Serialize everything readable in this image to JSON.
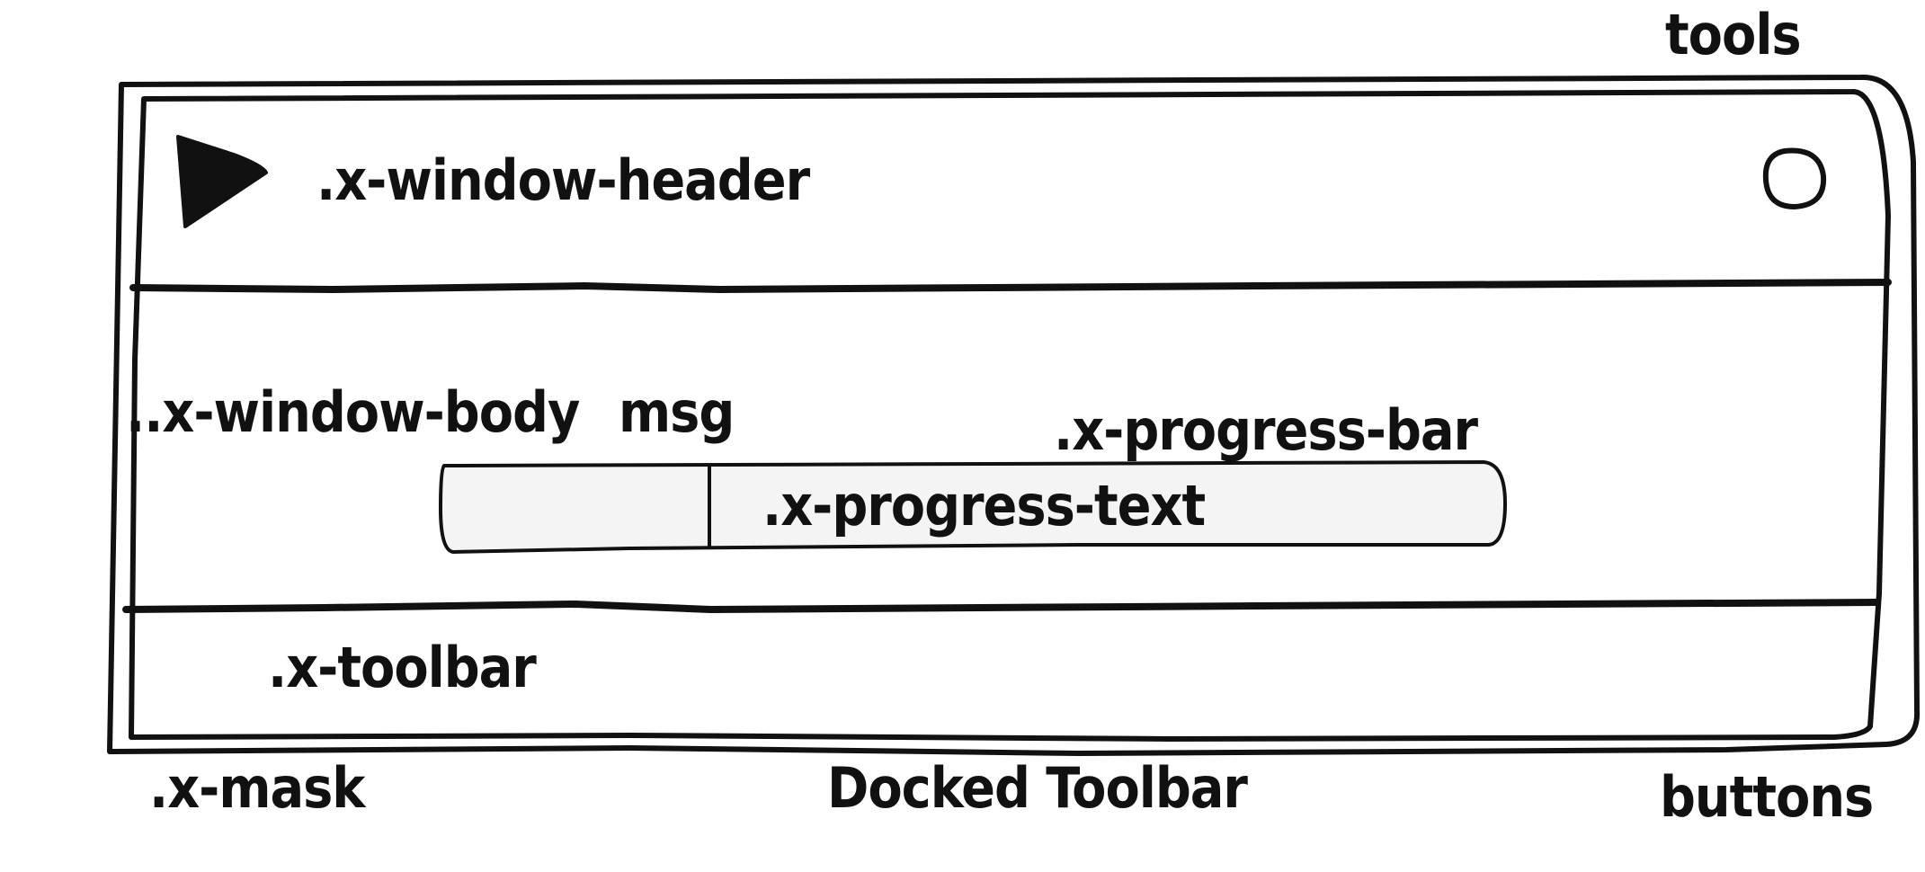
{
  "labels": {
    "tools": "tools",
    "window_header": ".x-window-header",
    "window_body": "..x-window-body",
    "msg": "msg",
    "progress_bar": ".x-progress-bar",
    "progress_text": ".x-progress-text",
    "toolbar": ".x-toolbar",
    "mask": ".x-mask",
    "docked_toolbar": "Docked Toolbar",
    "buttons": "buttons"
  },
  "icons": {
    "header_left": "play-triangle-icon",
    "header_right": "circle-tool-icon"
  },
  "progress": {
    "fill_fraction": 0.25
  },
  "colors": {
    "stroke": "#111111",
    "progress_bg": "#f4f4f4",
    "background": "#ffffff"
  }
}
